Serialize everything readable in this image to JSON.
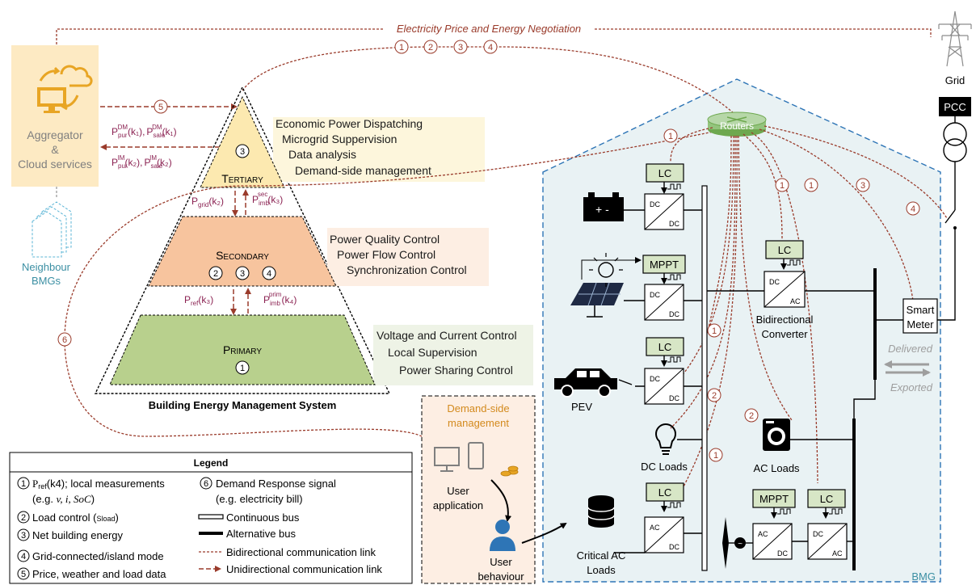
{
  "top_link_label": "Electricity Price and Energy Negotiation",
  "aggregator": {
    "line1": "Aggregator",
    "line2": "&",
    "line3": "Cloud services"
  },
  "neighbour": {
    "line1": "Neighbour",
    "line2": "BMGs"
  },
  "pyramid": {
    "tertiary": "Tertiary",
    "secondary": "Secondary",
    "primary": "Primary",
    "caption": "Building Energy Management System"
  },
  "tertiary_functions": [
    "Economic Power Dispatching",
    "Microgrid Suppervision",
    "Data analysis",
    "Demand-side management"
  ],
  "secondary_functions": [
    "Power Quality Control",
    "Power Flow Control",
    "Synchronization Control"
  ],
  "primary_functions": [
    "Voltage and Current Control",
    "Local Supervision",
    "Power Sharing Control"
  ],
  "signals": {
    "p_grid": "P",
    "p_grid_sub": "grid",
    "p_grid_arg": "(k₂)",
    "p_imb_sec": "P",
    "p_imb_sec_sup": "sec",
    "p_imb_sec_sub": "imb",
    "p_imb_sec_arg": "(k₃)",
    "p_ref": "P",
    "p_ref_sub": "ref",
    "p_ref_arg": "(k₃)",
    "p_imb_prim": "P",
    "p_imb_prim_sup": "prim",
    "p_imb_prim_sub": "imb",
    "p_imb_prim_arg": "(k₄)",
    "dm_line": {
      "a": "P",
      "a_sup": "DM",
      "a_sub": "pur",
      "a_arg": "(k₁),",
      "b": "P",
      "b_sup": "DM",
      "b_sub": "sale",
      "b_arg": "(k₁)"
    },
    "im_line": {
      "a": "P",
      "a_sup": "IM",
      "a_sub": "pur",
      "a_arg": "(k₂),",
      "b": "P",
      "b_sup": "IM",
      "b_sub": "sale",
      "b_arg": "(k₂)"
    }
  },
  "dsm": {
    "title1": "Demand-side",
    "title2": "management",
    "user_app1": "User",
    "user_app2": "application",
    "user_beh1": "User",
    "user_beh2": "behaviour"
  },
  "legend": {
    "title": "Legend",
    "item1_a": "P",
    "item1_sub": "ref",
    "item1_b": "(k4); local measurements",
    "item1_c_pre": "(e.g. ",
    "item1_c_it": "v, i, SoC",
    "item1_c_post": ")",
    "item2_a": "Load control (",
    "item2_sub": "Sload",
    "item2_b": ")",
    "item3": "Net building energy",
    "item4": "Grid-connected/island mode",
    "item5": "Price, weather and load data",
    "item6_a": "Demand Response signal",
    "item6_b": "(e.g. electricity bill)",
    "bus_cont": "Continuous bus",
    "bus_alt": "Alternative bus",
    "bidir": "Bidirectional communication link",
    "unidir": "Unidirectional communication link"
  },
  "bmg": {
    "routers": "Routers",
    "grid": "Grid",
    "pcc": "PCC",
    "label": "BMG",
    "smart_meter1": "Smart",
    "smart_meter2": "Meter",
    "delivered": "Delivered",
    "exported": "Exported",
    "bidir_conv1": "Bidirectional",
    "bidir_conv2": "Converter",
    "pev": "PEV",
    "dc_loads": "DC Loads",
    "ac_loads": "AC Loads",
    "critical1": "Critical AC",
    "critical2": "Loads",
    "lc": "LC",
    "mppt": "MPPT",
    "dc": "DC",
    "ac": "AC"
  },
  "numbers": [
    "1",
    "2",
    "3",
    "4",
    "5",
    "6"
  ],
  "colors": {
    "tertiary_fill": "#fce9b0",
    "secondary_fill": "#f7c49e",
    "primary_fill": "#b8d08d",
    "aggregator_box": "#fdeac3",
    "aggregator_icon": "#e8a524",
    "bmg_fill": "#e9f2f4",
    "bmg_border": "#2e75b6",
    "router": "#93c47d",
    "link": "#9a3b2b",
    "lc_fill": "#d7e6c6"
  }
}
